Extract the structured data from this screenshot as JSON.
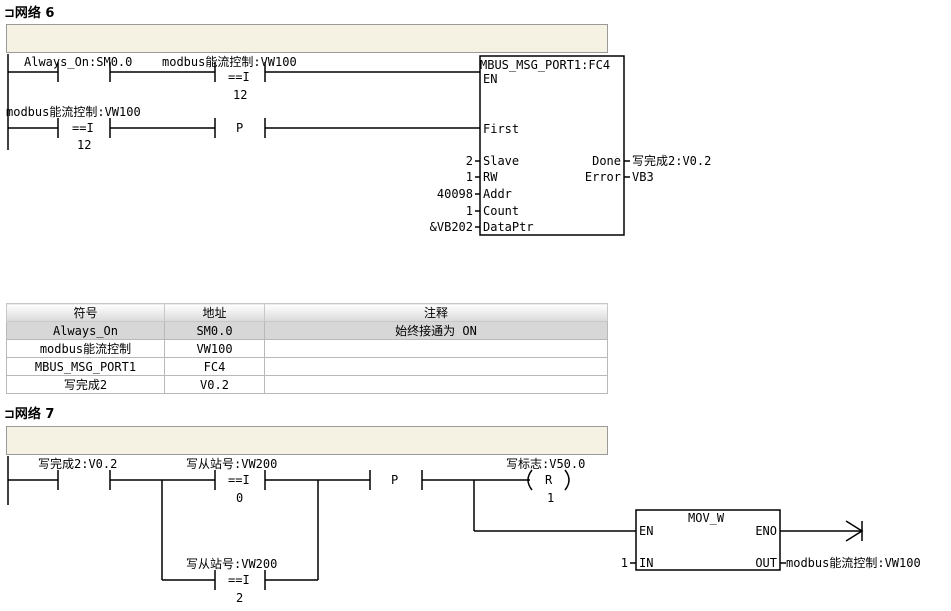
{
  "network6": {
    "title": "网络 6",
    "contact1": "Always_On:SM0.0",
    "compare1": {
      "operand": "modbus能流控制:VW100",
      "op": "==I",
      "value": "12"
    },
    "compare2": {
      "operand": "modbus能流控制:VW100",
      "op": "==I",
      "value": "12"
    },
    "pulse": "P",
    "block": {
      "title": "MBUS_MSG_PORT1:FC4",
      "in_en": "EN",
      "in_first": "First",
      "in_slave": "Slave",
      "in_rw": "RW",
      "in_addr": "Addr",
      "in_count": "Count",
      "in_dataptr": "DataPtr",
      "out_done": "Done",
      "out_error": "Error",
      "val_slave": "2",
      "val_rw": "1",
      "val_addr": "40098",
      "val_count": "1",
      "val_dataptr": "&VB202",
      "val_done": "写完成2:V0.2",
      "val_error": "VB3"
    }
  },
  "symbol_table": {
    "headers": [
      "符号",
      "地址",
      "注释"
    ],
    "rows": [
      [
        "Always_On",
        "SM0.0",
        "始终接通为 ON"
      ],
      [
        "modbus能流控制",
        "VW100",
        ""
      ],
      [
        "MBUS_MSG_PORT1",
        "FC4",
        ""
      ],
      [
        "写完成2",
        "V0.2",
        ""
      ]
    ]
  },
  "network7": {
    "title": "网络 7",
    "contact1": "写完成2:V0.2",
    "compare1": {
      "operand": "写从站号:VW200",
      "op": "==I",
      "value": "0"
    },
    "compare2": {
      "operand": "写从站号:VW200",
      "op": "==I",
      "value": "2"
    },
    "pulse": "P",
    "reset_coil": {
      "operand": "写标志:V50.0",
      "type": "R",
      "count": "1"
    },
    "mov": {
      "title": "MOV_W",
      "in_en": "EN",
      "out_eno": "ENO",
      "in_in": "IN",
      "out_out": "OUT",
      "val_in": "1",
      "val_out": "modbus能流控制:VW100"
    }
  },
  "colors": {
    "comment_bg": "#f5f2e3",
    "table_header": "#d7d7d7"
  }
}
